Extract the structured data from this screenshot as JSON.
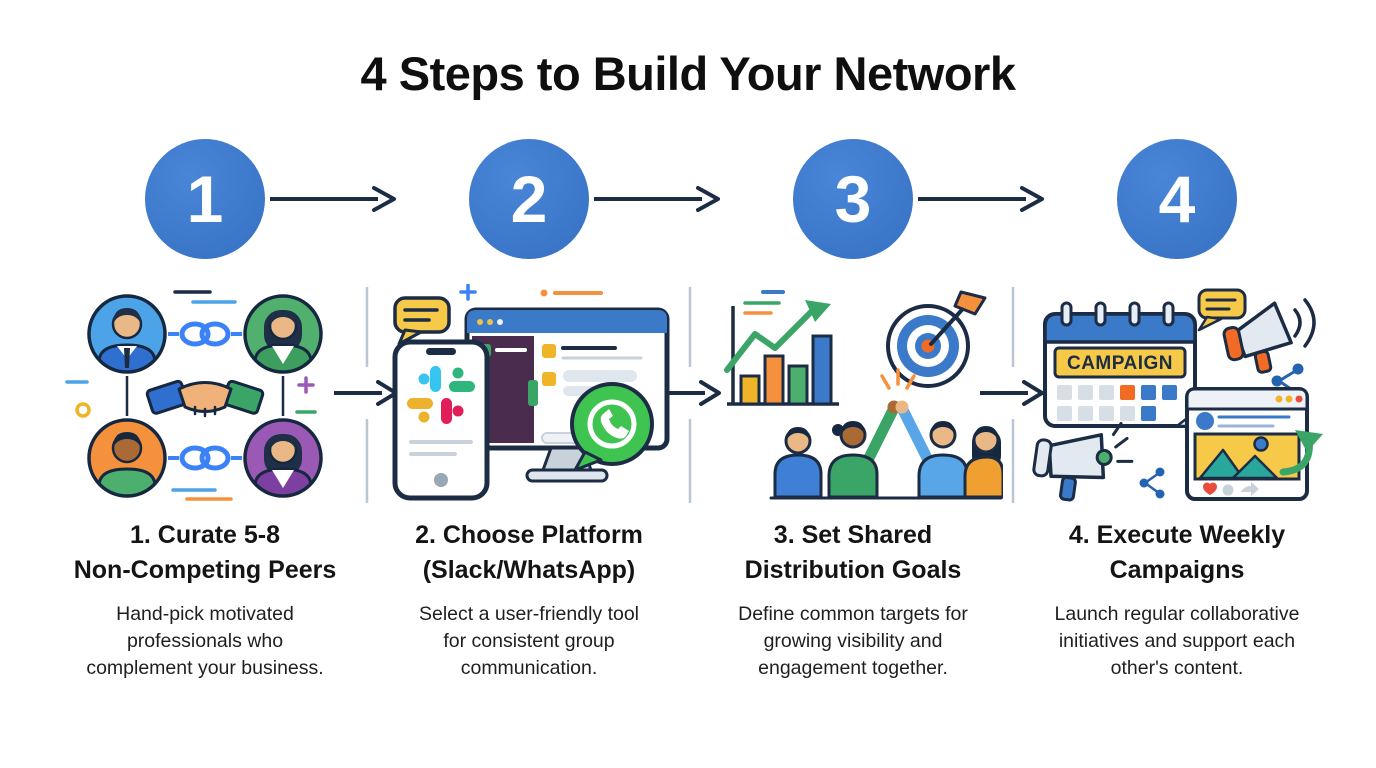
{
  "title": "4 Steps to Build Your Network",
  "colors": {
    "step_circle_blue": "#3b79c9",
    "arrow_navy": "#1b2c44",
    "divider_gray": "#b9c6d3",
    "heading_text": "#0f0f0f",
    "body_text": "#1f1f1f",
    "background": "#ffffff"
  },
  "steps": [
    {
      "number": "1",
      "title_lines": [
        "1. Curate 5-8",
        "Non-Competing Peers"
      ],
      "desc_lines": [
        "Hand-pick motivated",
        "professionals who",
        "complement your business."
      ],
      "illustration": "four connected peer avatars linked by chain icons around a handshake",
      "icon_names": [
        "avatar-icon",
        "chain-link-icon",
        "handshake-icon"
      ]
    },
    {
      "number": "2",
      "title_lines": [
        "2. Choose Platform",
        "(Slack/WhatsApp)"
      ],
      "desc_lines": [
        "Select a user-friendly tool",
        "for consistent group",
        "communication."
      ],
      "illustration": "desktop chat app and phone with Slack logo plus WhatsApp badge",
      "icon_names": [
        "monitor-icon",
        "phone-icon",
        "slack-logo-icon",
        "whatsapp-icon",
        "speech-bubble-icon"
      ]
    },
    {
      "number": "3",
      "title_lines": [
        "3. Set Shared",
        "Distribution Goals"
      ],
      "desc_lines": [
        "Define common targets for",
        "growing visibility and",
        "engagement together."
      ],
      "illustration": "growth bar chart, bullseye target with dart, team high-five",
      "icon_names": [
        "bar-chart-icon",
        "growth-arrow-icon",
        "target-icon",
        "team-highfive-icon"
      ]
    },
    {
      "number": "4",
      "title_lines": [
        "4. Execute Weekly",
        "Campaigns"
      ],
      "desc_lines": [
        "Launch regular collaborative",
        "initiatives and support each",
        "other's content."
      ],
      "illustration": "campaign calendar, megaphones, social media post with share arrow",
      "campaign_label": "CAMPAIGN",
      "icon_names": [
        "calendar-icon",
        "megaphone-icon",
        "speech-bubble-icon",
        "share-icon",
        "social-post-icon"
      ]
    }
  ]
}
